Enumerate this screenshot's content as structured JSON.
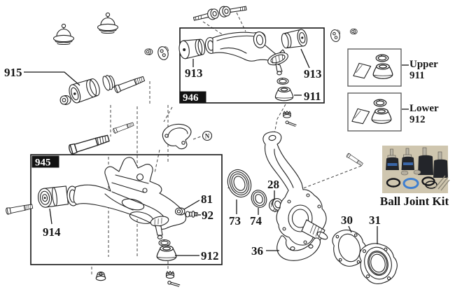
{
  "diagram": {
    "callout_labels": {
      "p915": "915",
      "p913_left": "913",
      "p913_right": "913",
      "p911": "911",
      "p914": "914",
      "p81": "81",
      "p92": "92",
      "p912": "912",
      "p73": "73",
      "p74": "74",
      "p28": "28",
      "p36": "36",
      "p30": "30",
      "p31": "31"
    },
    "assembly_tags": {
      "upper_arm": "946",
      "lower_arm": "945"
    },
    "kit_boxes": {
      "upper": {
        "title": "Upper",
        "number": "911"
      },
      "lower": {
        "title": "Lower",
        "number": "912"
      }
    },
    "photo": {
      "caption": "Ball Joint Kit"
    },
    "markers": {
      "n_balloon": "N"
    },
    "colors": {
      "line": "#222222",
      "tag_bg": "#121212",
      "tag_text": "#ffffff",
      "photo_bg": "#cfc6af",
      "photo_blue_ring": "#3f7fd0",
      "photo_joint_dark": "#23252a"
    }
  }
}
